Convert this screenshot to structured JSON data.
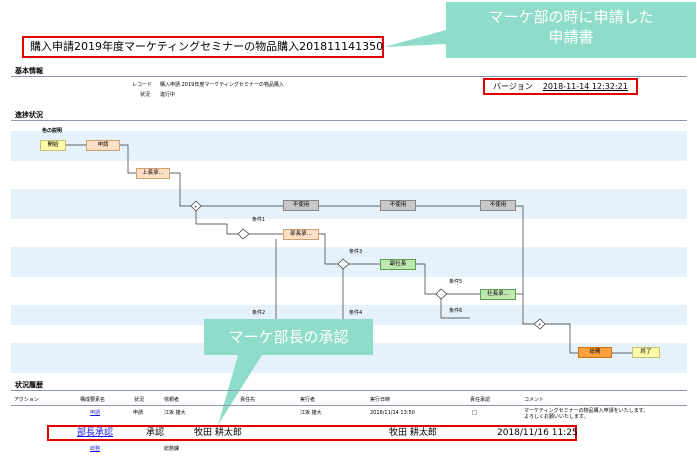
{
  "title": "購入申請2019年度マーケティングセミナーの物品購入201811141350",
  "callouts": {
    "top": [
      "マーケ部の時に申請した",
      "申請書"
    ],
    "bottom": "マーケ部長の承認"
  },
  "basic_info": {
    "header": "基本情報",
    "record_label": "レコード",
    "record_value": "購入申請 2019年度マーケティングセミナーの物品購入",
    "status_label": "状況",
    "status_value": "進行中",
    "version_label": "バージョン",
    "version_value": "2018-11-14 12:32:21"
  },
  "progress": {
    "header": "進捗状況",
    "legend_label": "色の説明",
    "nodes": {
      "start": "開始",
      "apply": "申請",
      "boss": "上長承...",
      "unused1": "不使用",
      "unused2": "不使用",
      "unused3": "不使用",
      "dept_head": "部長承...",
      "vice": "副社長",
      "president": "社長承...",
      "general": "総務",
      "end": "終了"
    },
    "conditions": {
      "c1": "条件1",
      "c2": "条件2",
      "c3": "条件3",
      "c4": "条件4",
      "c5": "条件5",
      "c6": "条件6"
    }
  },
  "history": {
    "header": "状況履歴",
    "columns": [
      "アクション",
      "構成要素名",
      "状況",
      "依頼者",
      "責任先",
      "実行者",
      "実行日時",
      "責任承認",
      "コメント"
    ],
    "rows": [
      {
        "name": "申請",
        "status": "申請",
        "requester": "江坂 雄大",
        "executor": "江坂 雄大",
        "datetime": "2018/11/14 13:50",
        "comment_line1": "マーケティングセミナーの物品購入申請をいたします。",
        "comment_line2": "よろしくお願いいたします。"
      },
      {
        "name": "部長承認",
        "status": "承認",
        "requester": "牧田 耕太郎",
        "executor": "牧田 耕太郎",
        "datetime": "2018/11/16 11:25"
      },
      {
        "name": "総務",
        "status": "",
        "requester": "総務課"
      }
    ]
  }
}
